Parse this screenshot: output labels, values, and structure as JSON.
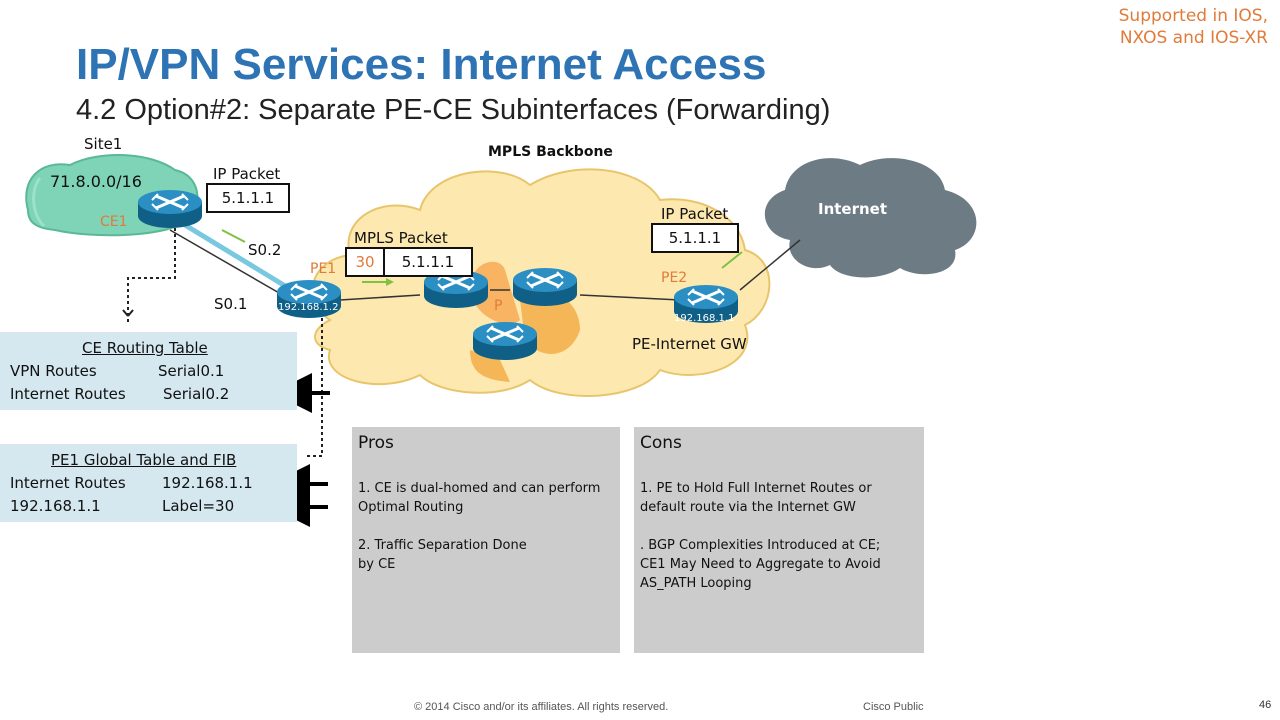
{
  "header": {
    "title": "IP/VPN Services: Internet Access",
    "subtitle": "4.2 Option#2: Separate PE-CE Subinterfaces (Forwarding)",
    "support_line1": "Supported in IOS,",
    "support_line2": "NXOS and IOS-XR"
  },
  "diagram": {
    "site_label": "Site1",
    "site_prefix": "71.8.0.0/16",
    "ce_label": "CE1",
    "mpls_backbone": "MPLS Backbone",
    "internet_label": "Internet",
    "ip_packet_1": {
      "title": "IP Packet",
      "value": "5.1.1.1"
    },
    "ip_packet_2": {
      "title": "IP Packet",
      "value": "5.1.1.1"
    },
    "mpls_packet": {
      "title": "MPLS Packet",
      "label": "30",
      "value": "5.1.1.1"
    },
    "s02": "S0.2",
    "s01": "S0.1",
    "pe1_label": "PE1",
    "pe2_label": "PE2",
    "p_label": "P",
    "pe1_ip": "192.168.1.2",
    "pe2_ip": "192.168.1.1",
    "pe_internet_gw": "PE-Internet GW"
  },
  "ce_table": {
    "title": "CE Routing Table",
    "rows": [
      {
        "name": "VPN Routes",
        "value": "Serial0.1"
      },
      {
        "name": "Internet Routes",
        "value": "Serial0.2"
      }
    ]
  },
  "pe1_table": {
    "title": "PE1 Global Table and FIB",
    "rows": [
      {
        "name": "Internet Routes",
        "value": "192.168.1.1"
      },
      {
        "name": "192.168.1.1",
        "value": "Label=30"
      }
    ]
  },
  "pros": {
    "title": "Pros",
    "item1_line1": "1. CE is dual-homed and can perform",
    "item1_line2": "Optimal Routing",
    "item2_line1": "2. Traffic Separation Done",
    "item2_line2": "by CE"
  },
  "cons": {
    "title": "Cons",
    "item1_line1": "1. PE to Hold Full Internet Routes or",
    "item1_line2": "default route via the Internet GW",
    "item2_line1": ". BGP Complexities Introduced at CE;",
    "item2_line2": "CE1 May Need to Aggregate to Avoid",
    "item2_line3": "AS_PATH Looping"
  },
  "footer": {
    "copyright": "© 2014 Cisco and/or its affiliates. All rights reserved.",
    "classification": "Cisco Public",
    "page_number": "46"
  },
  "colors": {
    "title_blue": "#2e74b5",
    "accent_orange": "#e07b39",
    "table_blue": "#d5e8f0",
    "panel_gray": "#cccccc",
    "cloud_yellow": "#fde9b0",
    "internet_gray": "#6d7b85",
    "router_blue": "#1f7fb0"
  }
}
